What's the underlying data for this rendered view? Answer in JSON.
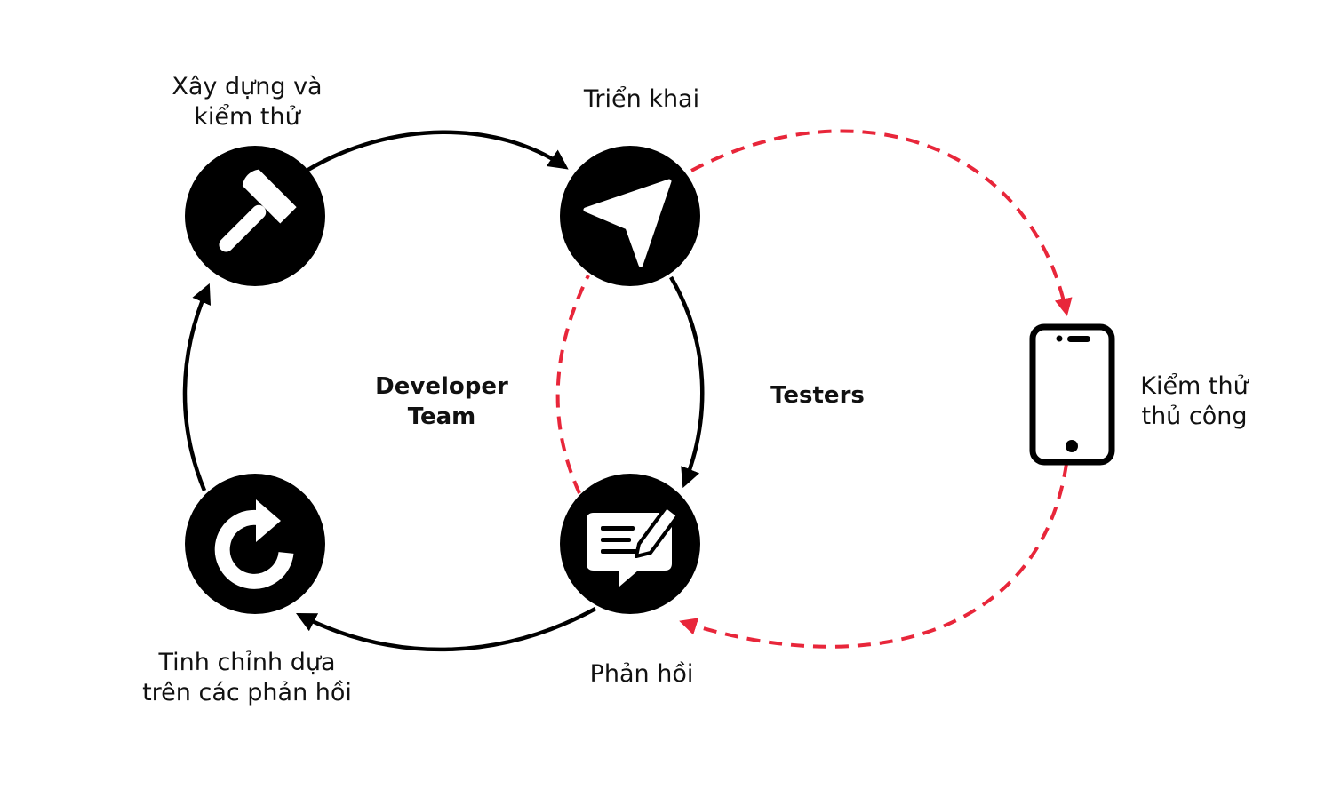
{
  "colors": {
    "dev_loop": "#000000",
    "tester_loop": "#e8263a",
    "node_fill": "#000000",
    "icon": "#ffffff"
  },
  "nodes": {
    "build": {
      "line1": "Xây dựng và",
      "line2": "kiểm thử",
      "icon": "hammer-icon"
    },
    "deploy": {
      "label": "Triển khai",
      "icon": "paper-plane-icon"
    },
    "feedback": {
      "label": "Phản hồi",
      "icon": "message-edit-icon"
    },
    "refine": {
      "line1": "Tinh chỉnh dựa",
      "line2": "trên các phản hồi",
      "icon": "redo-icon"
    },
    "manual_test": {
      "line1": "Kiểm thử",
      "line2": "thủ công",
      "icon": "smartphone-icon"
    }
  },
  "groups": {
    "developer": {
      "line1": "Developer",
      "line2": "Team"
    },
    "testers": {
      "label": "Testers"
    }
  }
}
